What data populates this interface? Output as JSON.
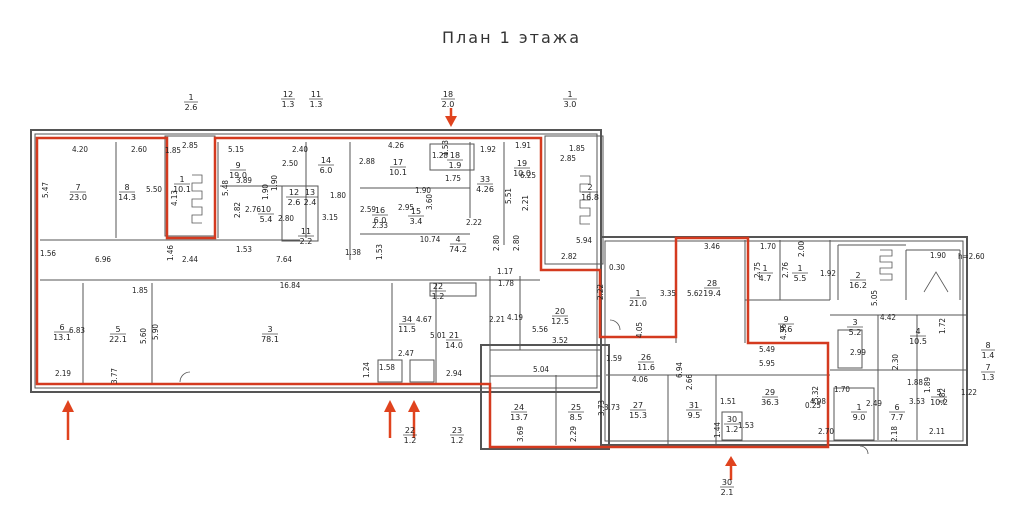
{
  "title": "План 1 этажа",
  "colors": {
    "wall": "#555555",
    "outline": "#d43a1f",
    "arrow": "#e0431e"
  },
  "rooms": [
    {
      "num": "7",
      "area": "23.0"
    },
    {
      "num": "8",
      "area": "14.3"
    },
    {
      "num": "1",
      "area": "10.1"
    },
    {
      "num": "9",
      "area": "19.0"
    },
    {
      "num": "14",
      "area": "6.0"
    },
    {
      "num": "12",
      "area": "2.6"
    },
    {
      "num": "13",
      "area": "2.4"
    },
    {
      "num": "10",
      "area": "5.4"
    },
    {
      "num": "11",
      "area": "2.2"
    },
    {
      "num": "17",
      "area": "10.1"
    },
    {
      "num": "18",
      "area": "1.9"
    },
    {
      "num": "16",
      "area": "6.0"
    },
    {
      "num": "15",
      "area": "3.4"
    },
    {
      "num": "4",
      "area": "74.2"
    },
    {
      "num": "33",
      "area": "4.26"
    },
    {
      "num": "19",
      "area": "10.0"
    },
    {
      "num": "2",
      "area": "16.8"
    },
    {
      "num": "6",
      "area": "13.1"
    },
    {
      "num": "5",
      "area": "22.1"
    },
    {
      "num": "3",
      "area": "78.1"
    },
    {
      "num": "34",
      "area": "11.5"
    },
    {
      "num": "21",
      "area": "14.0"
    },
    {
      "num": "22",
      "area": "1.2"
    },
    {
      "num": "20",
      "area": "12.5"
    },
    {
      "num": "24",
      "area": "13.7"
    },
    {
      "num": "25",
      "area": "8.5"
    },
    {
      "num": "1",
      "area": "21.0"
    },
    {
      "num": "28",
      "area": "19.4"
    },
    {
      "num": "26",
      "area": "11.6"
    },
    {
      "num": "27",
      "area": "15.3"
    },
    {
      "num": "31",
      "area": "9.5"
    },
    {
      "num": "29",
      "area": "36.3"
    },
    {
      "num": "30",
      "area": "1.2"
    },
    {
      "num": "1",
      "area": "4.7"
    },
    {
      "num": "1",
      "area": "5.5"
    },
    {
      "num": "2",
      "area": "16.2"
    },
    {
      "num": "9",
      "area": "9.6"
    },
    {
      "num": "3",
      "area": "5.2"
    },
    {
      "num": "4",
      "area": "10.5"
    },
    {
      "num": "1",
      "area": "9.0"
    },
    {
      "num": "6",
      "area": "7.7"
    },
    {
      "num": "5",
      "area": "10.2"
    }
  ],
  "external_labels": [
    {
      "num": "1",
      "area": "2.6"
    },
    {
      "num": "12",
      "area": "1.3"
    },
    {
      "num": "11",
      "area": "1.3"
    },
    {
      "num": "18",
      "area": "2.0"
    },
    {
      "num": "1",
      "area": "3.0"
    },
    {
      "num": "22",
      "area": "1.2"
    },
    {
      "num": "23",
      "area": "1.2"
    },
    {
      "num": "30",
      "area": "2.1"
    },
    {
      "num": "8",
      "area": "1.4"
    },
    {
      "num": "7",
      "area": "1.3"
    }
  ],
  "dimensions": [
    "4.20",
    "2.60",
    "5.47",
    "5.50",
    "2.85",
    "1.85",
    "4.13",
    "5.15",
    "2.40",
    "2.50",
    "5.48",
    "3.89",
    "1.90",
    "2.82",
    "2.76",
    "1.80",
    "2.80",
    "3.15",
    "1.90",
    "4.26",
    "2.88",
    "1.53",
    "1.75",
    "1.28",
    "1.90",
    "2.59",
    "2.33",
    "2.95",
    "3.60",
    "10.74",
    "2.22",
    "1.92",
    "1.91",
    "5.51",
    "6.25",
    "2.21",
    "2.80",
    "2.80",
    "1.85",
    "2.85",
    "5.94",
    "2.82",
    "1.56",
    "6.96",
    "1.46",
    "2.44",
    "1.53",
    "7.64",
    "1.38",
    "1.53",
    "16.84",
    "1.17",
    "1.78",
    "1.85",
    "6.83",
    "5.60",
    "5.90",
    "2.19",
    "3.77",
    "4.67",
    "5.01",
    "2.47",
    "1.24",
    "1.58",
    "2.94",
    "2.21",
    "4.19",
    "5.56",
    "3.52",
    "5.04",
    "3.69",
    "3.73",
    "2.29",
    "0.30",
    "2.22",
    "3.35",
    "4.05",
    "3.46",
    "5.62",
    "1.59",
    "6.94",
    "4.06",
    "2.66",
    "5.49",
    "5.95",
    "5.32",
    "4.98",
    "3.73",
    "1.51",
    "1.44",
    "1.53",
    "1.70",
    "2.75",
    "2.00",
    "2.76",
    "1.92",
    "5.05",
    "1.90",
    "4.36",
    "2.99",
    "4.42",
    "1.72",
    "2.30",
    "0.25",
    "1.70",
    "2.49",
    "2.70",
    "2.18",
    "2.11",
    "3.53",
    "4.82",
    "1.88",
    "1.89",
    "1.22"
  ],
  "side_note": "h=2.60"
}
